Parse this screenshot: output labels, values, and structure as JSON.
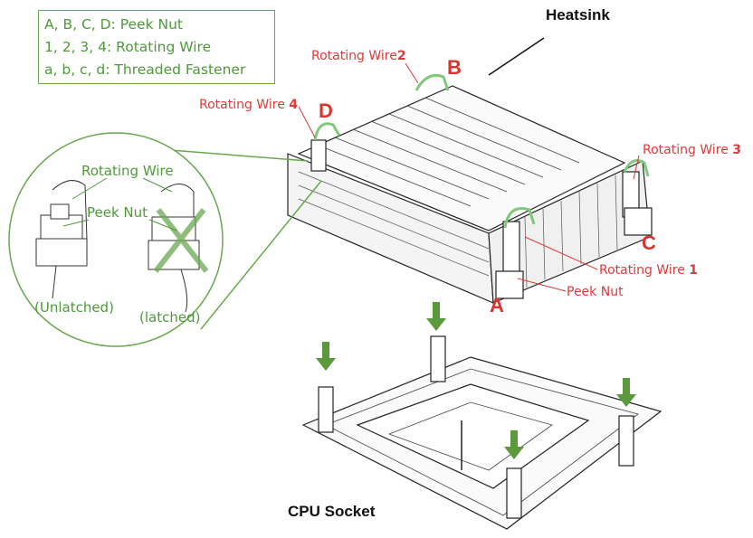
{
  "legend": {
    "line1": "A, B, C, D: Peek Nut",
    "line2": "1, 2, 3, 4: Rotating Wire",
    "line3": "a, b, c, d: Threaded Fastener"
  },
  "labels": {
    "heatsink": "Heatsink",
    "cpu_socket": "CPU Socket",
    "rw_prefix": "Rotating Wire",
    "rw2_num": "2",
    "rw4_num": "4",
    "rw3_num": "3",
    "rw1_num": "1",
    "peek_nut": "Peek Nut",
    "letter_a": "A",
    "letter_b": "B",
    "letter_c": "C",
    "letter_d": "D"
  },
  "inset": {
    "rotating_wire": "Rotating Wire",
    "peek_nut": "Peek Nut",
    "unlatched": "(Unlatched)",
    "latched": "(latched)"
  },
  "colors": {
    "accent_green": "#4e9a3a",
    "label_red": "#e0393b",
    "arrow_green": "#5a9a3c"
  }
}
